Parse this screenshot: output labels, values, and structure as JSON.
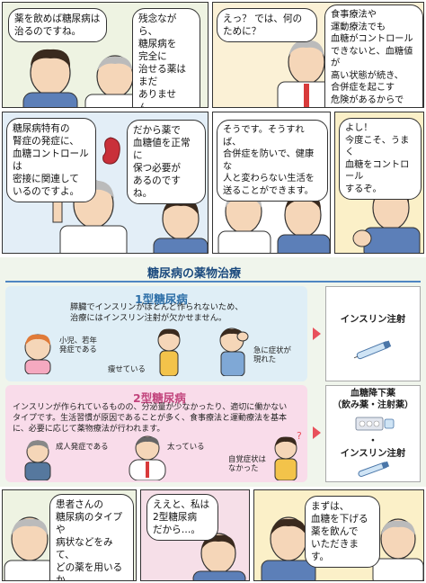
{
  "panels": [
    {
      "bubbles": [
        "薬を飲めば糖尿病は\n治るのですね。",
        "残念ながら、\n糖尿病を\n完全に\n治せる薬は\nまだ\nありません。"
      ]
    },
    {
      "bubbles": [
        "えっ？ では、何のために？",
        "食事療法や\n運動療法でも\n血糖がコントロール\nできないと、血糖値が\n高い状態が続き、\n合併症を起こす\n危険があるからです。"
      ]
    },
    {
      "bubbles": [
        "糖尿病特有の\n腎症の発症に、\n血糖コントロールは\n密接に関連して\nいるのですよ。",
        "だから薬で\n血糖値を正常に\n保つ必要が\nあるのですね。"
      ]
    },
    {
      "bubbles": [
        "そうです。そうすれば、\n合併症を防いで、健康な\n人と変わらない生活を\n送ることができます。"
      ]
    },
    {
      "bubbles": [
        "よし！\n今度こそ、うまく\n血糖をコントロール\nするぞ。"
      ]
    }
  ],
  "section": {
    "title": "糖尿病の薬物治療",
    "type1": {
      "title": "1型糖尿病",
      "desc": "膵臓でインスリンがほとんど作られないため、\n治療にはインスリン注射が欠かせません。",
      "labels": [
        "小児、若年\n発症である",
        "痩せている",
        "急に症状が\n現れた"
      ],
      "treatment": "インスリン注射"
    },
    "type2": {
      "title": "2型糖尿病",
      "desc": "インスリンが作られているものの、分泌量が少なかったり、適切に働かない\nタイプです。生活習慣が原因であることが多く、食事療法と運動療法を基本\nに、必要に応じて薬物療法が行われます。",
      "labels": [
        "成人発症である",
        "太っている",
        "自覚症状は\nなかった"
      ],
      "treatment_1": "血糖降下薬\n（飲み薬・注射薬）",
      "bullet": "・",
      "treatment_2": "インスリン注射"
    }
  },
  "bottom": {
    "bubbles": [
      "患者さんの\n糖尿病のタイプや\n病状などをみて、\nどの薬を用いるか\n決めます。",
      "ええと、私は\n2型糖尿病\nだから…。",
      "まずは、\n血糖を下げる\n薬を飲んで\nいただきます。"
    ]
  },
  "colors": {
    "type1_bg": "#dfeef6",
    "type1_title": "#2d6fa8",
    "type2_bg": "#f9dcea",
    "type2_title": "#c2457d",
    "arrow": "#e8505b",
    "section_title": "#1b4a7e"
  }
}
